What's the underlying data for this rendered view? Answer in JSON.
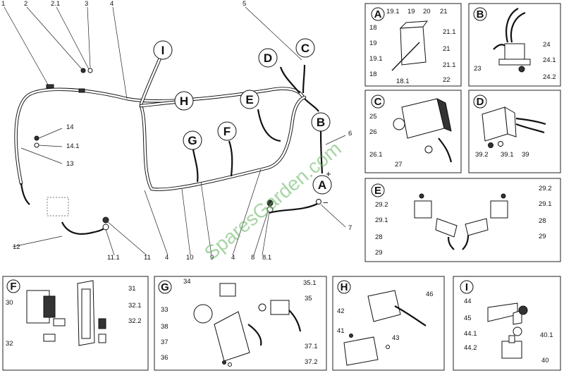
{
  "main": {
    "part_numbers_top": [
      "1",
      "2",
      "2.1",
      "3",
      "4",
      "5"
    ],
    "part_numbers_left": [
      "14",
      "14.1",
      "13",
      "12"
    ],
    "part_numbers_bottom": [
      "11.1",
      "11",
      "4",
      "10",
      "9",
      "4",
      "8",
      "8.1",
      "7"
    ],
    "part_number_6": "6",
    "connector_letters": [
      "I",
      "H",
      "D",
      "C",
      "E",
      "F",
      "G",
      "B",
      "A"
    ],
    "plus_sign": "+",
    "minus_sign": "−"
  },
  "watermark": "SparesGarden.com",
  "panels": {
    "A": {
      "title": "A",
      "labels": [
        "19.1",
        "19",
        "20",
        "21",
        "18",
        "21.1",
        "19",
        "21",
        "19.1",
        "21.1",
        "18",
        "22",
        "18.1"
      ]
    },
    "B": {
      "title": "B",
      "labels": [
        "24",
        "24.1",
        "23",
        "24.2"
      ]
    },
    "C": {
      "title": "C",
      "labels": [
        "25",
        "26",
        "26.1",
        "27"
      ]
    },
    "D": {
      "title": "D",
      "labels": [
        "39.2",
        "39.1",
        "39"
      ]
    },
    "E": {
      "title": "E",
      "labels": [
        "29.2",
        "29.1",
        "28",
        "29",
        "29.2",
        "29.1",
        "28",
        "29"
      ]
    },
    "F": {
      "title": "F",
      "labels": [
        "31",
        "30",
        "32.1",
        "32.2",
        "32"
      ]
    },
    "G": {
      "title": "G",
      "labels": [
        "34",
        "35.1",
        "33",
        "35",
        "38",
        "37",
        "37.1",
        "36",
        "37.2"
      ]
    },
    "H": {
      "title": "H",
      "labels": [
        "46",
        "42",
        "41",
        "43"
      ]
    },
    "I": {
      "title": "I",
      "labels": [
        "44",
        "45",
        "40.1",
        "44.1",
        "44.2",
        "40"
      ]
    }
  }
}
